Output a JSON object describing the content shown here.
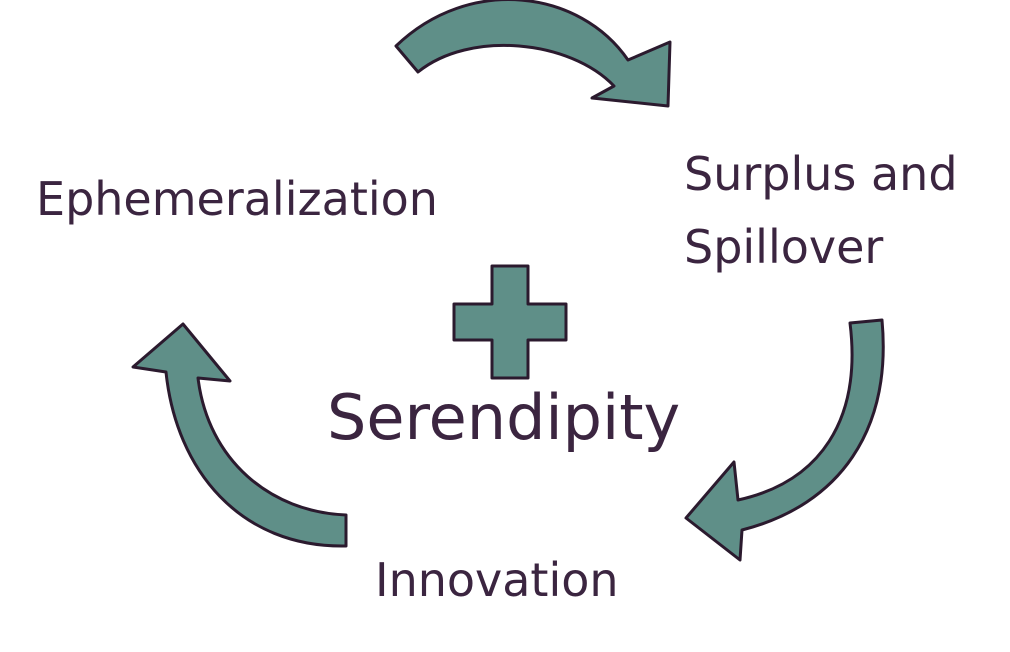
{
  "diagram": {
    "nodes": {
      "ephemeralization": "Ephemeralization",
      "surplus_line1": "Surplus and",
      "surplus_line2": "Spillover",
      "innovation": "Innovation",
      "center": "Serendipity"
    },
    "colors": {
      "arrow_fill": "#5f8f88",
      "arrow_stroke": "#2b1a2e",
      "text": "#3b2540"
    }
  }
}
